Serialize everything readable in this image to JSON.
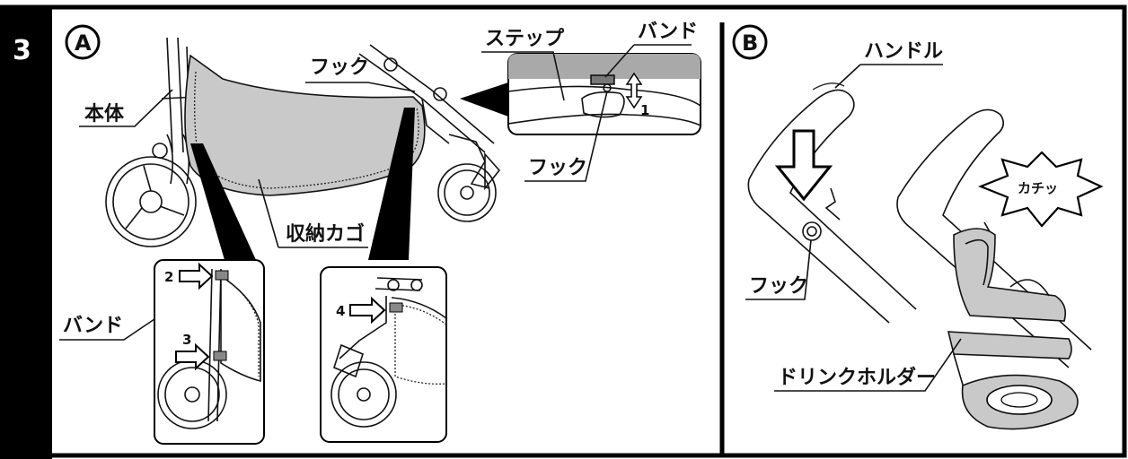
{
  "step_number": "3",
  "panel_a": {
    "badge": "A",
    "labels": {
      "body": "本体",
      "hook_top": "フック",
      "basket": "収納カゴ",
      "band": "バンド"
    },
    "zoom_detail": {
      "step_label": "ステップ",
      "band_label": "バンド",
      "hook_label": "フック",
      "arrow_number": "1"
    },
    "inset_left_numbers": [
      "2",
      "3"
    ],
    "inset_right_number": "4"
  },
  "panel_b": {
    "badge": "B",
    "labels": {
      "handle": "ハンドル",
      "hook": "フック",
      "drink_holder": "ドリンクホルダー"
    },
    "click_sound": "カチッ"
  },
  "colors": {
    "step_bar": "#000000",
    "basket_fill": "#c9c9c9",
    "frame": "#000000"
  }
}
